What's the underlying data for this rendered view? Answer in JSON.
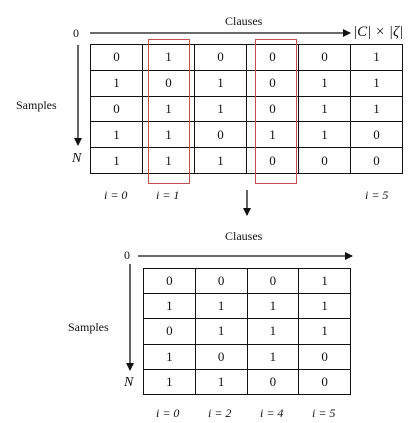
{
  "top": {
    "origin_label": "0",
    "clauses_label": "Clauses",
    "clauses_end_label": "|C| × |ζ|",
    "samples_label": "Samples",
    "rows_end_label": "N",
    "rows": [
      [
        "0",
        "1",
        "0",
        "0",
        "0",
        "1"
      ],
      [
        "1",
        "0",
        "1",
        "0",
        "1",
        "1"
      ],
      [
        "0",
        "1",
        "1",
        "0",
        "1",
        "1"
      ],
      [
        "1",
        "1",
        "0",
        "1",
        "1",
        "0"
      ],
      [
        "1",
        "1",
        "1",
        "0",
        "0",
        "0"
      ]
    ],
    "highlighted_columns": [
      1,
      3
    ],
    "index_labels": [
      "i = 0",
      "i = 1",
      "i = 5"
    ]
  },
  "bottom": {
    "origin_label": "0",
    "clauses_label": "Clauses",
    "samples_label": "Samples",
    "rows_end_label": "N",
    "rows": [
      [
        "0",
        "0",
        "0",
        "1"
      ],
      [
        "1",
        "1",
        "1",
        "1"
      ],
      [
        "0",
        "1",
        "1",
        "1"
      ],
      [
        "1",
        "0",
        "1",
        "0"
      ],
      [
        "1",
        "1",
        "0",
        "0"
      ]
    ],
    "index_labels": [
      "i = 0",
      "i = 2",
      "i = 4",
      "i = 5"
    ]
  },
  "colors": {
    "highlight": "#c0504d",
    "ink": "#111111"
  }
}
